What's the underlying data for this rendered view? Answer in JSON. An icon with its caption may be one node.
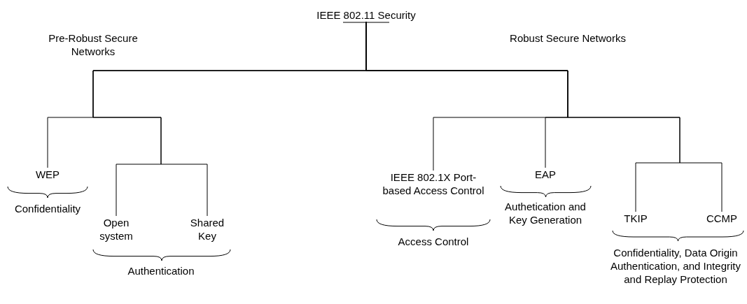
{
  "diagram": {
    "nodes": [
      {
        "text": [
          "IEEE 802.11 Security"
        ]
      },
      {
        "text": [
          "WEP"
        ]
      },
      {
        "text": [
          "Open system"
        ]
      },
      {
        "text": [
          "Shared Key"
        ]
      },
      {
        "text": [
          "IEEE 802.1X Port-based Access Control"
        ]
      },
      {
        "text": [
          "EAP"
        ]
      },
      {
        "text": [
          "TKIP"
        ]
      },
      {
        "text": [
          "CCMP"
        ]
      }
    ],
    "edges": [
      {
        "from": 0,
        "to": 1,
        "arrow": "none"
      },
      {
        "from": 0,
        "to": 2,
        "arrow": "none"
      },
      {
        "from": 0,
        "to": 3,
        "arrow": "none"
      },
      {
        "from": 0,
        "to": 4,
        "arrow": "none"
      },
      {
        "from": 0,
        "to": 5,
        "arrow": "none"
      },
      {
        "from": 0,
        "to": 6,
        "arrow": "none"
      },
      {
        "from": 0,
        "to": 7,
        "arrow": "none"
      }
    ],
    "labels": [
      "Pre-Robust Secure Networks",
      "Robust Secure Networks",
      "Confidentiality",
      "Authentication",
      "Access Control",
      "Authetication and Key Generation",
      "Confidentiality, Data Origin Authentication, and Integrity and Replay Protection"
    ]
  }
}
